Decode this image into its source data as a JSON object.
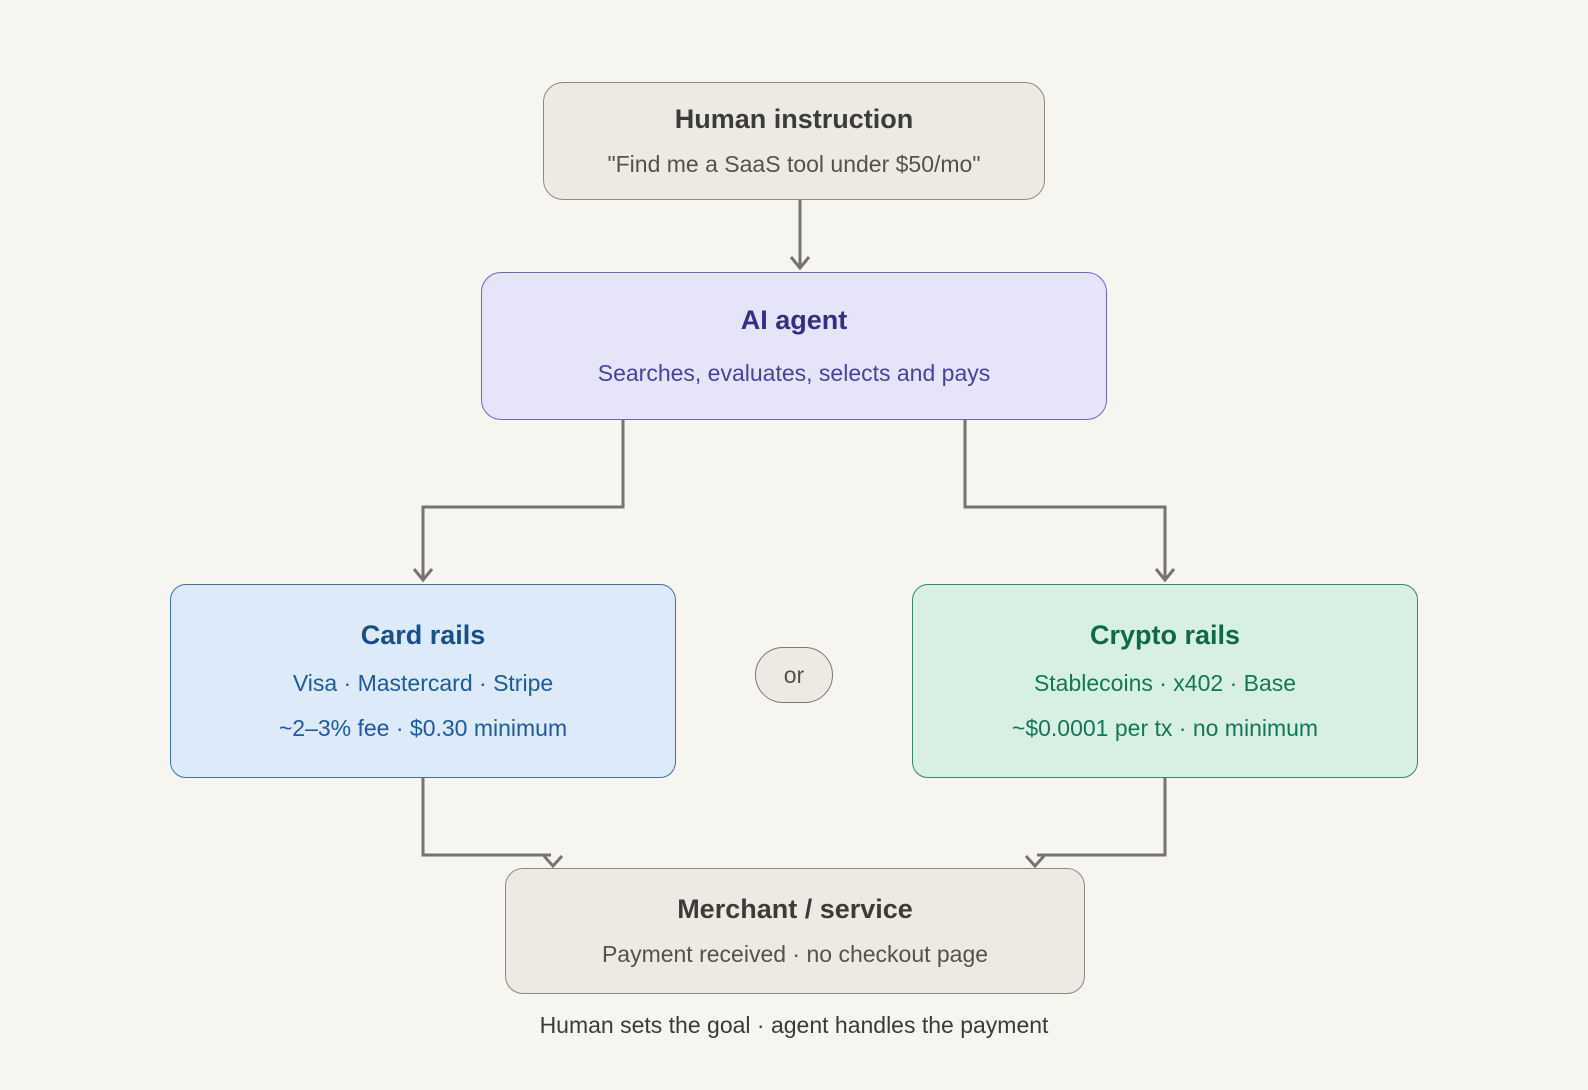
{
  "diagram": {
    "title_caption": "Human sets the goal · agent handles the payment",
    "or_label": "or",
    "nodes": {
      "human_instruction": {
        "title": "Human instruction",
        "subtitle": "\"Find me a SaaS tool under $50/mo\""
      },
      "ai_agent": {
        "title": "AI agent",
        "subtitle": "Searches, evaluates, selects and pays"
      },
      "card_rails": {
        "title": "Card rails",
        "line1": "Visa · Mastercard · Stripe",
        "line2": "~2–3% fee · $0.30 minimum"
      },
      "crypto_rails": {
        "title": "Crypto rails",
        "line1": "Stablecoins · x402 · Base",
        "line2": "~$0.0001 per tx · no minimum"
      },
      "merchant": {
        "title": "Merchant / service",
        "subtitle": "Payment received · no checkout page"
      }
    },
    "edges": [
      {
        "from": "human_instruction",
        "to": "ai_agent"
      },
      {
        "from": "ai_agent",
        "to": "card_rails"
      },
      {
        "from": "ai_agent",
        "to": "crypto_rails"
      },
      {
        "from": "card_rails",
        "to": "merchant"
      },
      {
        "from": "crypto_rails",
        "to": "merchant"
      }
    ],
    "colors": {
      "background": "#f7f5ef",
      "neutral_box_fill": "#eceae2",
      "neutral_box_border": "#8b897f",
      "agent_fill": "#e6e4f9",
      "agent_border": "#6c66c6",
      "agent_text": "#332d8d",
      "card_fill": "#dceaf9",
      "card_border": "#3e70ae",
      "card_text": "#164f8d",
      "crypto_fill": "#d8f0e4",
      "crypto_border": "#2c8c67",
      "crypto_text": "#0c6a49",
      "connector": "#76746c"
    }
  }
}
